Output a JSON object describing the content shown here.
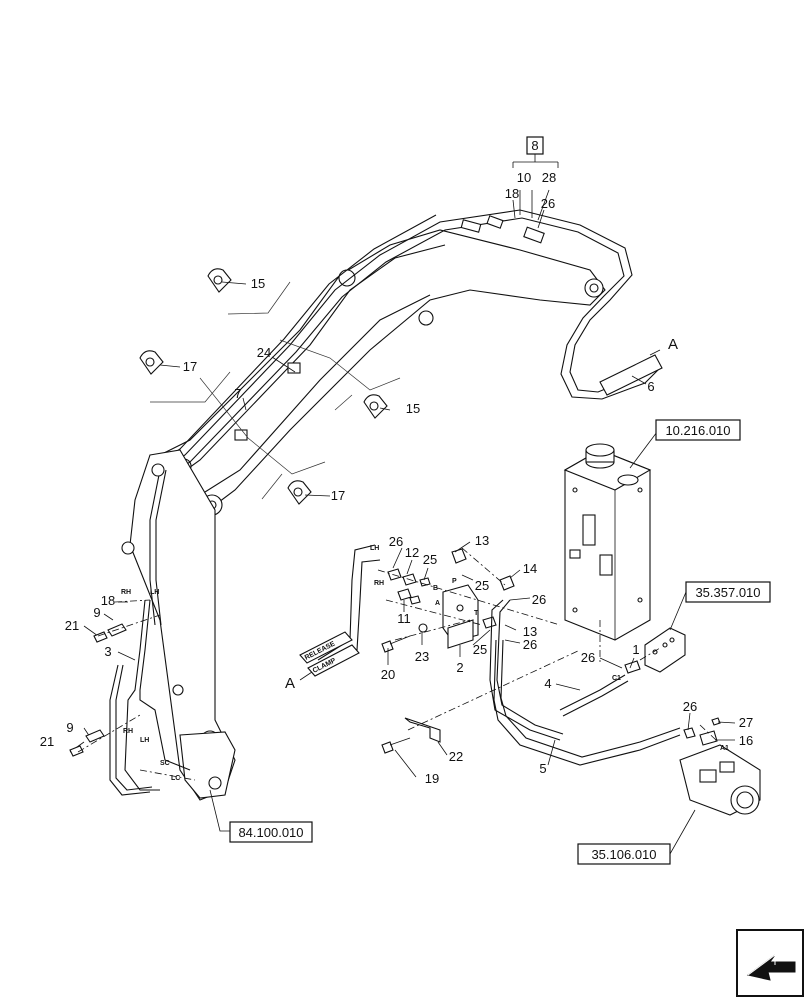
{
  "callouts": {
    "c8": "8",
    "c10": "10",
    "c28": "28",
    "c18_top": "18",
    "c26_top": "26",
    "c15_a": "15",
    "c15_b": "15",
    "c24": "24",
    "c17_a": "17",
    "c17_b": "17",
    "c7": "7",
    "c6": "6",
    "c13_a": "13",
    "c13_b": "13",
    "c26_v1": "26",
    "c12": "12",
    "c25_a": "25",
    "c25_b": "25",
    "c25_c": "25",
    "c14": "14",
    "c26_v2": "26",
    "c26_v3": "26",
    "c11": "11",
    "c23": "23",
    "c20": "20",
    "c2": "2",
    "c1": "1",
    "c26_tank": "26",
    "c4": "4",
    "c5": "5",
    "c22": "22",
    "c19": "19",
    "c26_pump": "26",
    "c27": "27",
    "c16": "16",
    "c18_left": "18",
    "c9_a": "9",
    "c21_a": "21",
    "c3": "3",
    "c9_b": "9",
    "c21_b": "21"
  },
  "section_marks": {
    "a_right": "A",
    "a_left": "A"
  },
  "references": {
    "tank": "10.216.010",
    "valve_block": "35.357.010",
    "pump": "35.106.010",
    "coupler": "84.100.010"
  },
  "port_labels": {
    "lh_top": "LH",
    "rh_top": "RH",
    "b": "B",
    "a": "A",
    "p": "P",
    "t": "T",
    "c1": "C1",
    "a1": "A1",
    "rh_arm": "RH",
    "lh_arm": "LH",
    "rh_low": "RH",
    "lh_low": "LH",
    "sc": "SC",
    "lc": "LC"
  },
  "hose_tags": {
    "release": "RELEASE",
    "clamp": "CLAMP"
  }
}
